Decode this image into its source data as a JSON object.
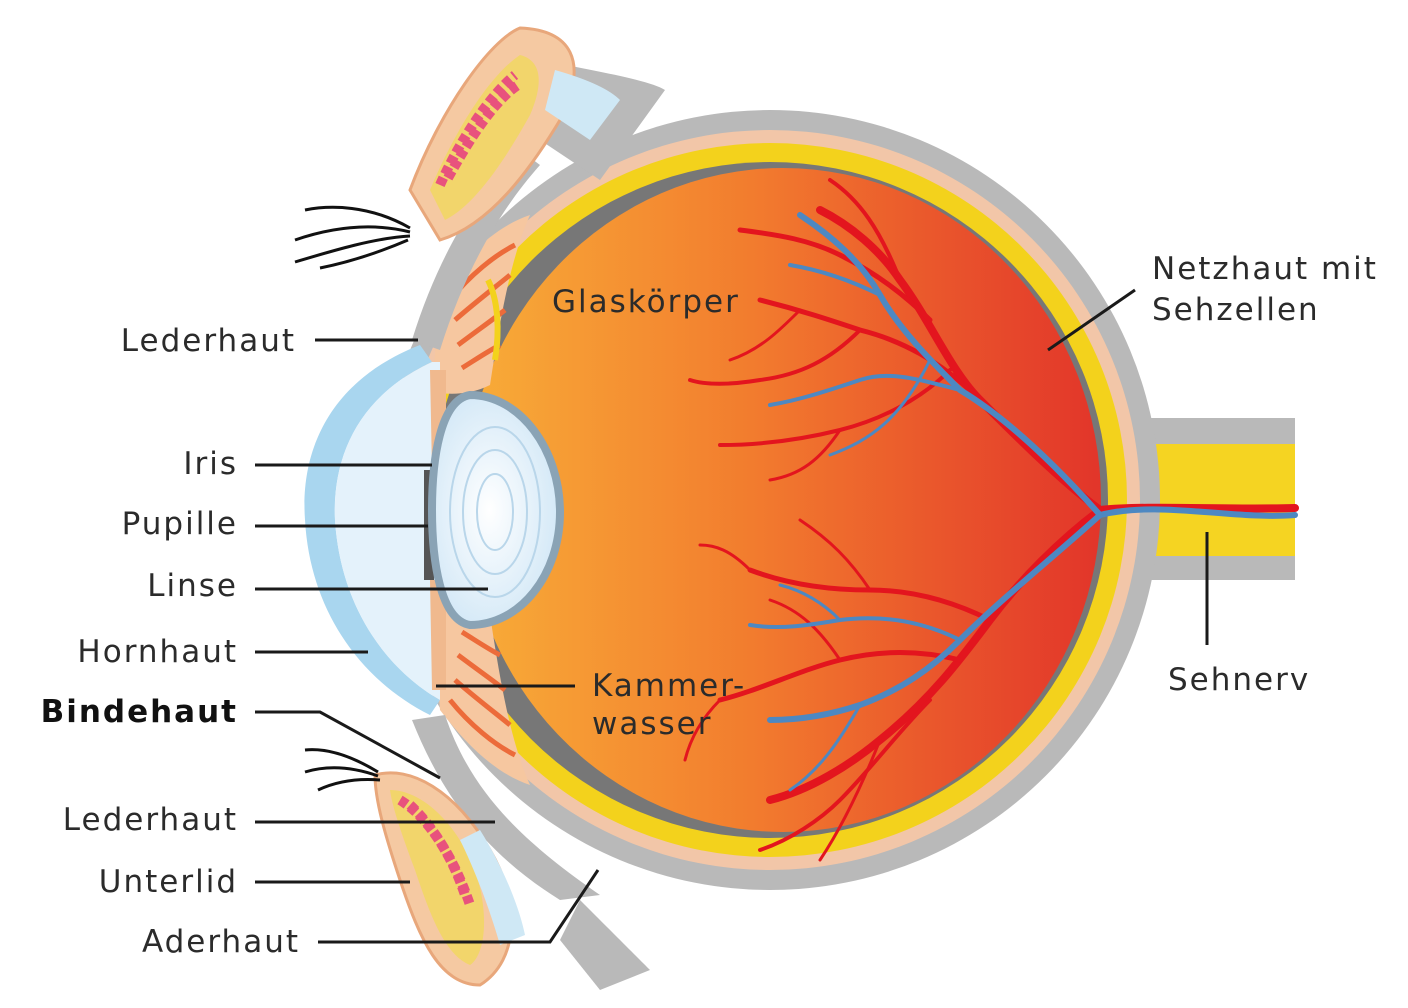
{
  "labels": {
    "lederhaut_top": "Lederhaut",
    "iris": "Iris",
    "pupille": "Pupille",
    "linse": "Linse",
    "hornhaut": "Hornhaut",
    "bindehaut": "Bindehaut",
    "lederhaut_bottom": "Lederhaut",
    "unterlid": "Unterlid",
    "aderhaut": "Aderhaut",
    "glaskoerper": "Glaskörper",
    "kammerwasser_line1": "Kammer-",
    "kammerwasser_line2": "wasser",
    "netzhaut_line1": "Netzhaut mit",
    "netzhaut_line2": "Sehzellen",
    "sehnerv": "Sehnerv"
  },
  "colors": {
    "sclera": "#b9b9b9",
    "choroid": "#f2c6a8",
    "retina": "#f3d21c",
    "vitreous_light": "#f7a232",
    "vitreous_dark": "#e2362a",
    "cornea": "#a9d6ef",
    "lens": "#dceefa",
    "artery": "#e3151e",
    "vein": "#4d88c2",
    "eyelid_skin": "#f5c9a2",
    "eyelid_gland": "#f2d56b"
  }
}
